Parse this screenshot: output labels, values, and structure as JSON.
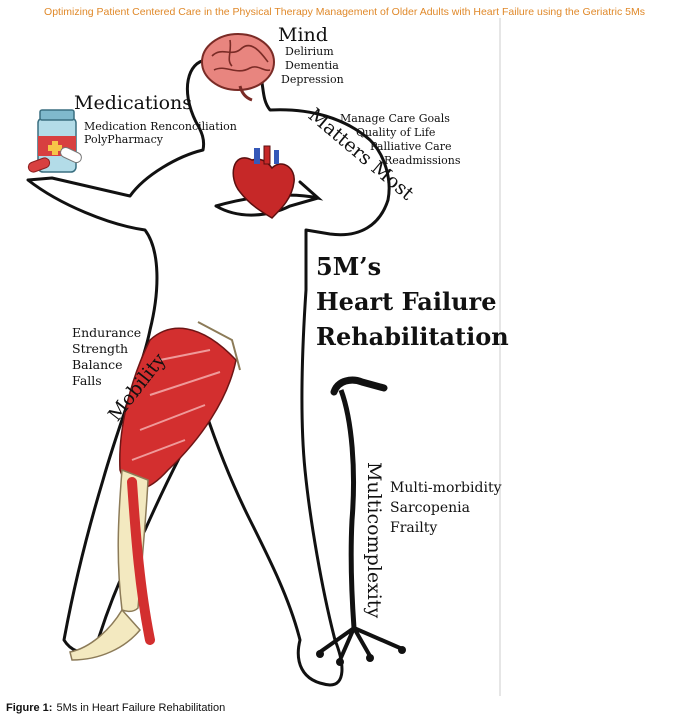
{
  "header": "Optimizing Patient Centered Care in the Physical Therapy Management of Older Adults with Heart Failure using the Geriatric 5Ms",
  "title_lines": [
    "5M’s",
    "Heart Failure",
    "Rehabilitation"
  ],
  "mind": {
    "title": "Mind",
    "items": [
      "Delirium",
      "Dementia",
      "Depression"
    ]
  },
  "medications": {
    "title": "Medications",
    "items": [
      "Medication Renconciliation",
      "PolyPharmacy"
    ]
  },
  "matters_most": {
    "title": "Matters Most",
    "items": [
      "Manage Care Goals",
      "Quality of Life",
      "Palliative Care",
      "Readmissions"
    ]
  },
  "mobility": {
    "title": "Mobility",
    "items": [
      "Endurance",
      "Strength",
      "Balance",
      "Falls"
    ]
  },
  "multicomplexity": {
    "title": "Multicomplexity",
    "items": [
      "Multi-morbidity",
      "Sarcopenia",
      "Frailty"
    ]
  },
  "caption": {
    "label": "Figure 1:",
    "text": "5Ms in Heart Failure Rehabilitation"
  },
  "colors": {
    "header": "#e0892a",
    "brain": "#e8857f",
    "heart": "#c62828",
    "muscle": "#d32f2f",
    "bone": "#f3e9c0",
    "pill_red": "#d84040",
    "outline": "#111111"
  }
}
